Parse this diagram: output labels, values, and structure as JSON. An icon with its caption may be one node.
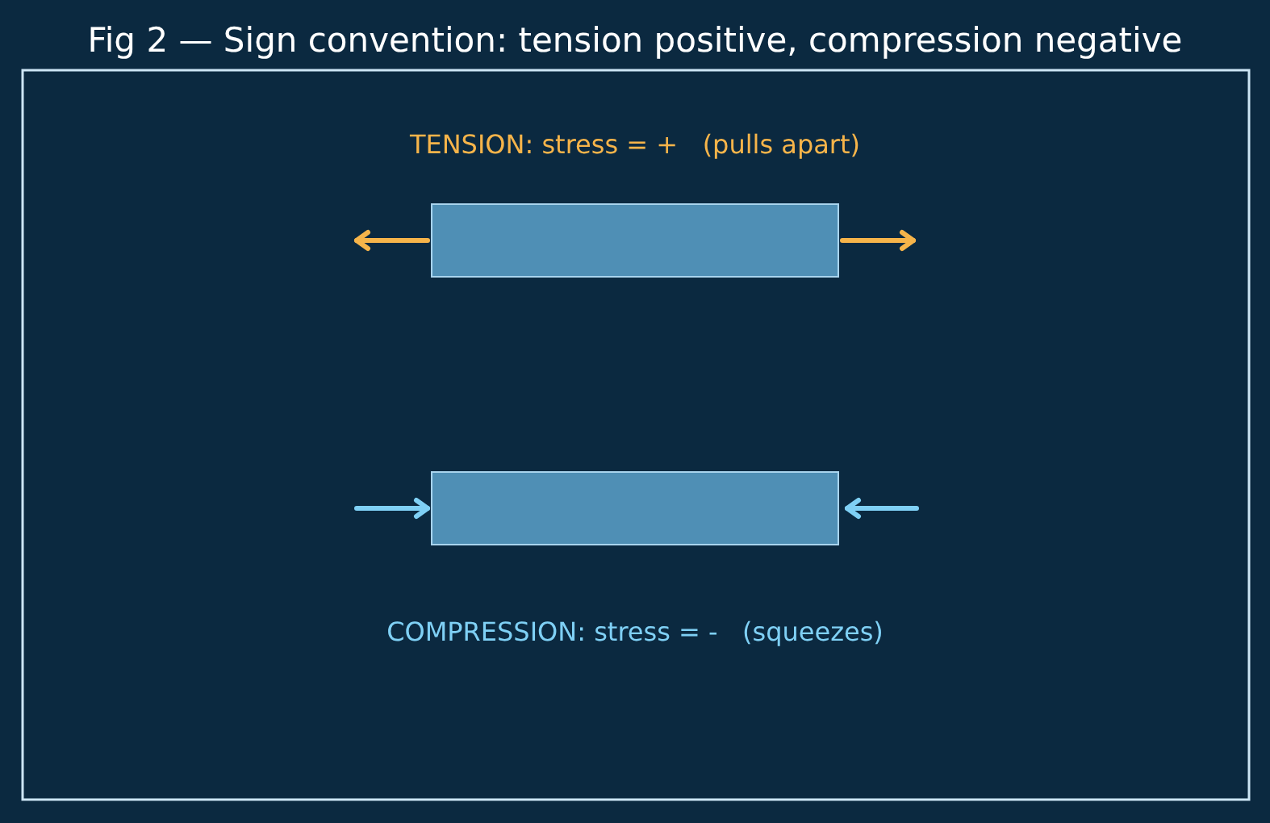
{
  "diagram": {
    "title": "Fig 2 — Sign convention: tension positive, compression negative",
    "nodes": [
      {
        "text": [],
        "shape": "bar",
        "beside": [
          "TENSION: stress = +   (pulls apart)"
        ]
      },
      {
        "text": [],
        "shape": "bar",
        "beside": [
          "COMPRESSION: stress = -   (squeezes)"
        ]
      }
    ]
  }
}
